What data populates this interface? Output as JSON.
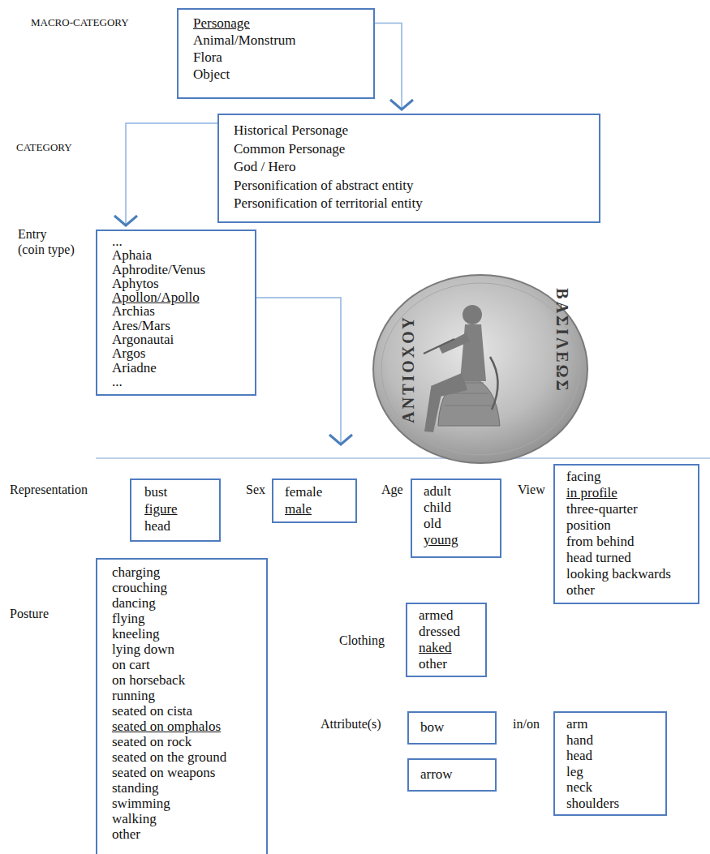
{
  "diagram": {
    "nodes": [
      {
        "text": [
          "Personage",
          "Animal/Monstrum",
          "Flora",
          "Object"
        ]
      },
      {
        "text": [
          "Historical Personage",
          "Common Personage",
          "God / Hero",
          "Personification of abstract entity",
          "Personification of territorial entity"
        ]
      },
      {
        "text": [
          "...",
          "Aphaia",
          "Aphrodite/Venus",
          "Aphytos",
          "Apollon/Apollo",
          "Archias",
          "Ares/Mars",
          "Argonautai",
          "Argos",
          "Ariadne",
          "..."
        ]
      },
      {
        "text": [
          "bust",
          "figure",
          "head"
        ]
      },
      {
        "text": [
          "female",
          "male"
        ]
      },
      {
        "text": [
          "adult",
          "child",
          "old",
          "young"
        ]
      },
      {
        "text": [
          "facing",
          "in profile",
          "three-quarter",
          "position",
          "from behind",
          "head turned",
          "looking backwards",
          "other"
        ]
      },
      {
        "text": [
          "charging",
          "crouching",
          "dancing",
          "flying",
          "kneeling",
          "lying down",
          "on cart",
          "on horseback",
          "running",
          "seated on cista",
          "seated on omphalos",
          "seated on rock",
          "seated on the ground",
          "seated on weapons",
          "standing",
          "swimming",
          "walking",
          "other"
        ]
      },
      {
        "text": [
          "armed",
          "dressed",
          "naked",
          "other"
        ]
      },
      {
        "text": [
          "bow"
        ]
      },
      {
        "text": [
          "arrow"
        ]
      },
      {
        "text": [
          "arm",
          "hand",
          "head",
          "leg",
          "neck",
          "shoulders"
        ]
      }
    ],
    "edges": [
      {
        "from": 0,
        "to": 1,
        "arrow": "to"
      },
      {
        "from": 1,
        "to": 2,
        "arrow": "to"
      }
    ],
    "labels": [
      "MACRO-CATEGORY",
      "CATEGORY",
      "Entry",
      "(coin type)",
      "ΒΑΣΙΛΕΩΣ",
      "ΑΝΤΙΟΧΟΥ",
      "Representation",
      "Sex",
      "Age",
      "View",
      "Posture",
      "Clothing",
      "Attribute(s)",
      "in/on"
    ]
  }
}
